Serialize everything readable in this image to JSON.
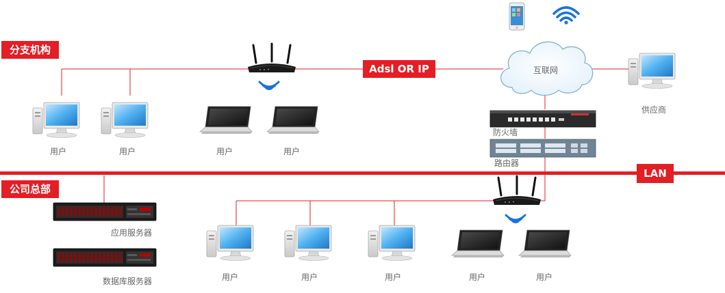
{
  "sections": {
    "branch": "分支机构",
    "headquarters": "公司总部",
    "lan": "LAN",
    "wan_link": "Adsl OR IP"
  },
  "cloud_label": "互联网",
  "supplier_label": "供应商",
  "firewall_label": "防火墙",
  "router_label": "路由器",
  "app_server_label": "应用服务器",
  "db_server_label": "数据库服务器",
  "user_label": "用户",
  "colors": {
    "accent": "#e31e24",
    "text": "#666666",
    "wifi": "#1a73d9"
  },
  "icons": [
    "router-icon",
    "wifi-icon",
    "desktop-icon",
    "laptop-icon",
    "cloud-icon",
    "phone-icon",
    "firewall-icon",
    "switch-icon",
    "server-icon"
  ]
}
